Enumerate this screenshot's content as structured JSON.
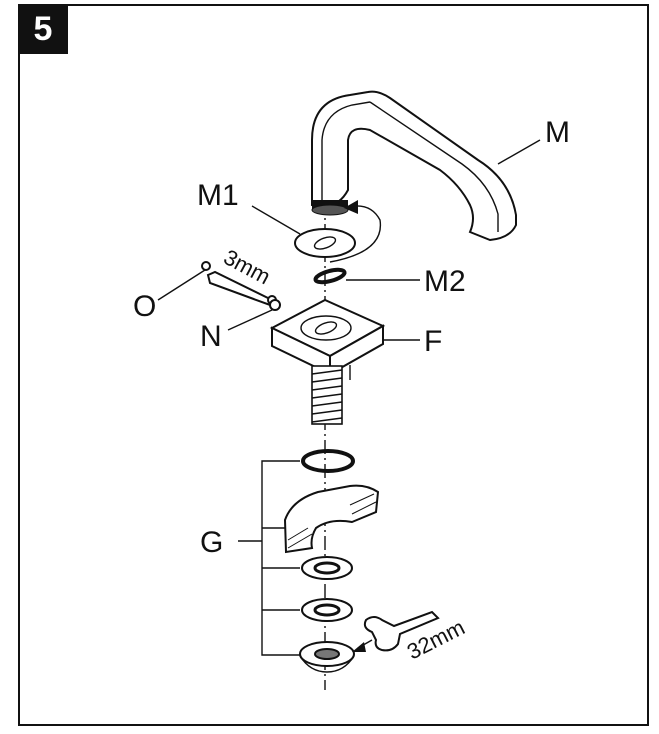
{
  "step_number": "5",
  "labels": {
    "M": "M",
    "M1": "M1",
    "M2": "M2",
    "F": "F",
    "N": "N",
    "O": "O",
    "G": "G",
    "hex_key_size": "3mm",
    "wrench_size": "32mm"
  }
}
